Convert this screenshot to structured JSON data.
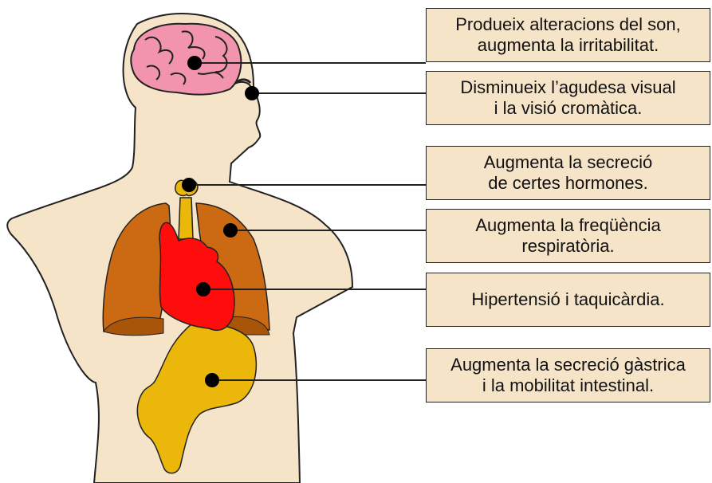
{
  "colors": {
    "skin": "#f6e4c8",
    "brain": "#f294ad",
    "lungs": "#cc6a14",
    "lungs_lower": "#a8550a",
    "heart": "#ff0d0d",
    "stomach": "#eab70a",
    "trachea": "#eab70a",
    "label_background": "#f6e4c8",
    "outline": "#222222"
  },
  "annotations": [
    {
      "target": "brain",
      "lines": [
        "Produeix alteracions del son,",
        "augmenta la irritabilitat."
      ]
    },
    {
      "target": "eye",
      "lines": [
        "Disminueix l’agudesa visual",
        "i la visió cromàtica."
      ]
    },
    {
      "target": "thyroid",
      "lines": [
        "Augmenta la secreció",
        "de certes hormones."
      ]
    },
    {
      "target": "lungs",
      "lines": [
        "Augmenta la freqüència",
        "respiratòria."
      ]
    },
    {
      "target": "heart",
      "lines": [
        "Hipertensió i taquicàrdia."
      ]
    },
    {
      "target": "stomach",
      "lines": [
        "Augmenta la secreció gàstrica",
        "i la mobilitat intestinal."
      ]
    }
  ]
}
